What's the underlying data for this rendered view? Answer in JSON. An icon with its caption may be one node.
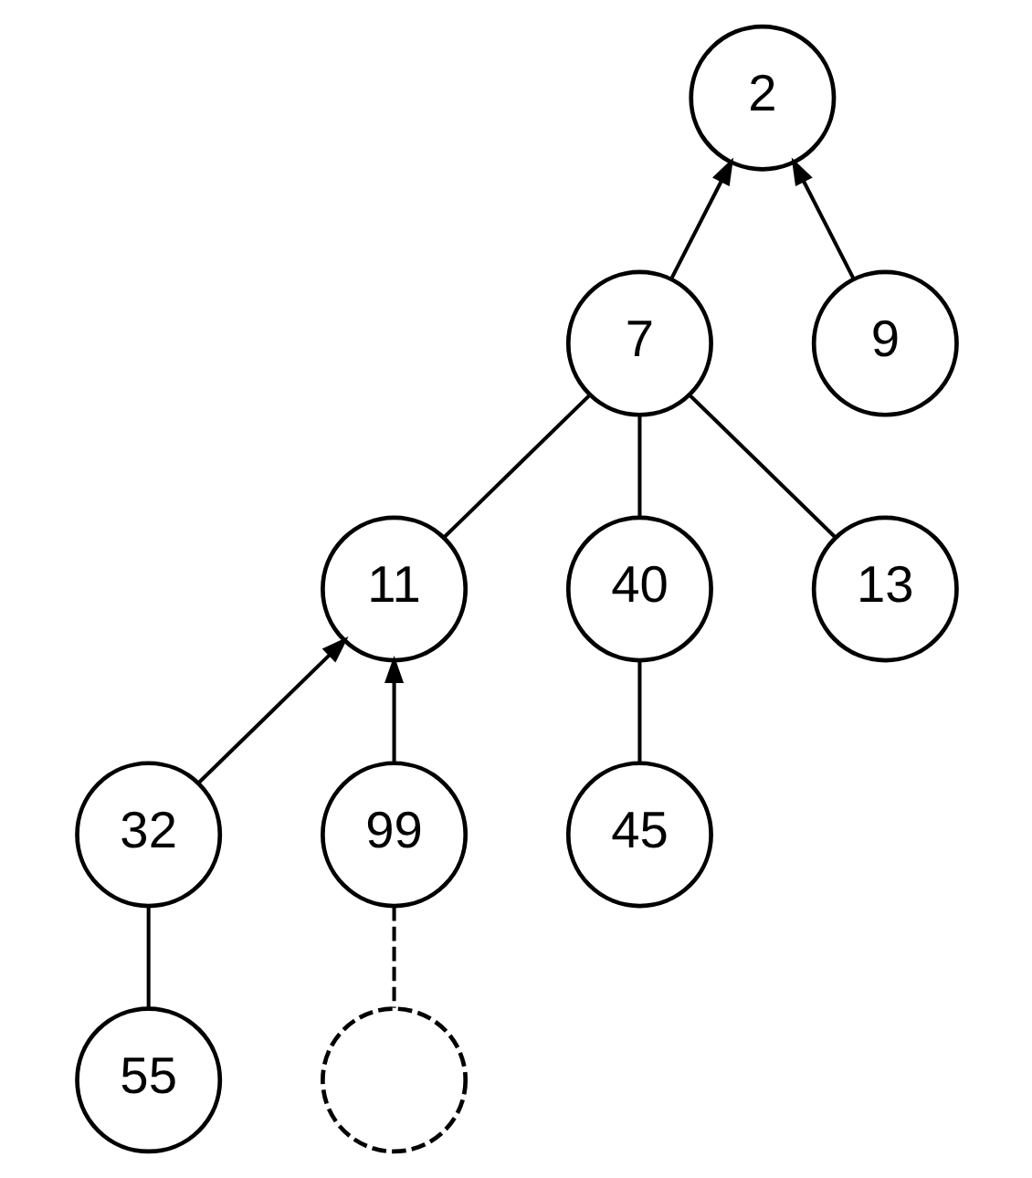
{
  "diagram": {
    "nodes": [
      {
        "text": [
          "2"
        ]
      },
      {
        "text": [
          "7"
        ]
      },
      {
        "text": [
          "9"
        ]
      },
      {
        "text": [
          "11"
        ]
      },
      {
        "text": [
          "40"
        ]
      },
      {
        "text": [
          "13"
        ]
      },
      {
        "text": [
          "32"
        ]
      },
      {
        "text": [
          "99"
        ]
      },
      {
        "text": [
          "45"
        ]
      },
      {
        "text": [
          "55"
        ]
      },
      {
        "text": [],
        "shape": "circle"
      }
    ],
    "edges": [
      {
        "from": 1,
        "to": 0,
        "arrow": "to"
      },
      {
        "from": 2,
        "to": 0,
        "arrow": "to"
      },
      {
        "from": 1,
        "to": 3,
        "arrow": "none"
      },
      {
        "from": 1,
        "to": 4,
        "arrow": "none"
      },
      {
        "from": 1,
        "to": 5,
        "arrow": "none"
      },
      {
        "from": 6,
        "to": 3,
        "arrow": "to"
      },
      {
        "from": 7,
        "to": 3,
        "arrow": "to"
      },
      {
        "from": 4,
        "to": 8,
        "arrow": "none"
      },
      {
        "from": 6,
        "to": 9,
        "arrow": "none"
      },
      {
        "from": 7,
        "to": 10,
        "arrow": "none",
        "style": "dashed"
      }
    ]
  }
}
